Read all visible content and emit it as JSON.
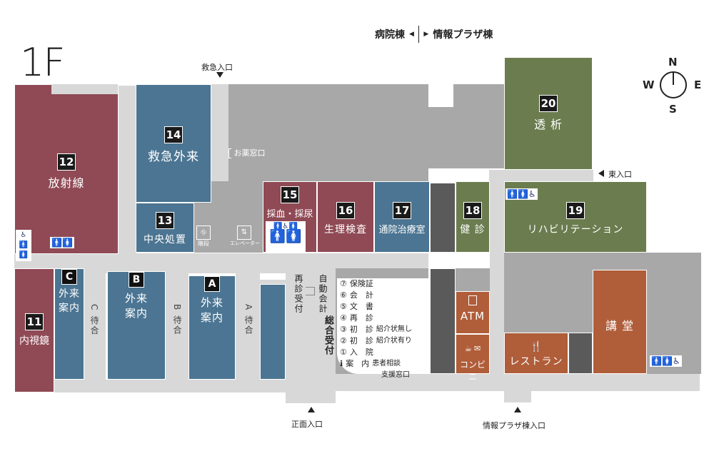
{
  "floor": "1F",
  "building_toggle": {
    "left": "病院棟",
    "right": "情報プラザ棟"
  },
  "compass": {
    "n": "N",
    "s": "S",
    "e": "E",
    "w": "W"
  },
  "entrances": {
    "emergency": "救急入口",
    "east": "東入口",
    "main": "正面入口",
    "plaza": "情報プラザ棟入口"
  },
  "rooms": {
    "r12": {
      "num": "12",
      "name": "放射線",
      "color": "#8f4a55"
    },
    "r14": {
      "num": "14",
      "name": "救急外来",
      "color": "#4b7592"
    },
    "r13": {
      "num": "13",
      "name": "中央処置",
      "color": "#4b7592"
    },
    "r15": {
      "num": "15",
      "name": "採血・採尿",
      "color": "#8f4a55"
    },
    "r16": {
      "num": "16",
      "name": "生理検査",
      "color": "#8f4a55"
    },
    "r17": {
      "num": "17",
      "name": "通院治療室",
      "color": "#4b7592"
    },
    "r18": {
      "num": "18",
      "name": "健 診",
      "color": "#6b7d4f"
    },
    "r19": {
      "num": "19",
      "name": "リハビリテーション",
      "color": "#6b7d4f"
    },
    "r20": {
      "num": "20",
      "name": "透 析",
      "color": "#6b7d4f"
    },
    "r11": {
      "num": "11",
      "name": "内視鏡",
      "color": "#8f4a55"
    },
    "rc": {
      "letter": "C",
      "name1": "外来",
      "name2": "案内"
    },
    "rb": {
      "letter": "B",
      "name1": "外来",
      "name2": "案内"
    },
    "ra": {
      "letter": "A",
      "name1": "外来",
      "name2": "案内"
    },
    "atm": "ATM",
    "conveni": "コンビニ",
    "restaurant": "レストラン",
    "lecture": "講 堂"
  },
  "waiting": {
    "c": "C 待合",
    "b": "B 待合",
    "a": "A 待合"
  },
  "labels": {
    "pharmacy": "お薬窓口",
    "stairs": "階段",
    "elevator": "エレベーター",
    "revisit": "再診受付",
    "auto_pay": "自動会計",
    "general_reception": "総合受付"
  },
  "reception_list": [
    {
      "num": "⑦",
      "text": "保険証",
      "note": ""
    },
    {
      "num": "⑥",
      "text": "会　計",
      "note": ""
    },
    {
      "num": "⑤",
      "text": "文　書",
      "note": ""
    },
    {
      "num": "④",
      "text": "再　診",
      "note": ""
    },
    {
      "num": "③",
      "text": "初　診",
      "note": "紹介状無し"
    },
    {
      "num": "②",
      "text": "初　診",
      "note": "紹介状有り"
    },
    {
      "num": "①",
      "text": "入　院",
      "note": ""
    },
    {
      "num": "ℹ",
      "text": "案　内",
      "note": "患者相談"
    }
  ],
  "reception_extra": "支援窓口",
  "icons": {
    "toilet": "toilet-icon",
    "wheelchair": "wheelchair-icon",
    "stairs": "stairs-icon",
    "elevator": "elevator-icon"
  }
}
